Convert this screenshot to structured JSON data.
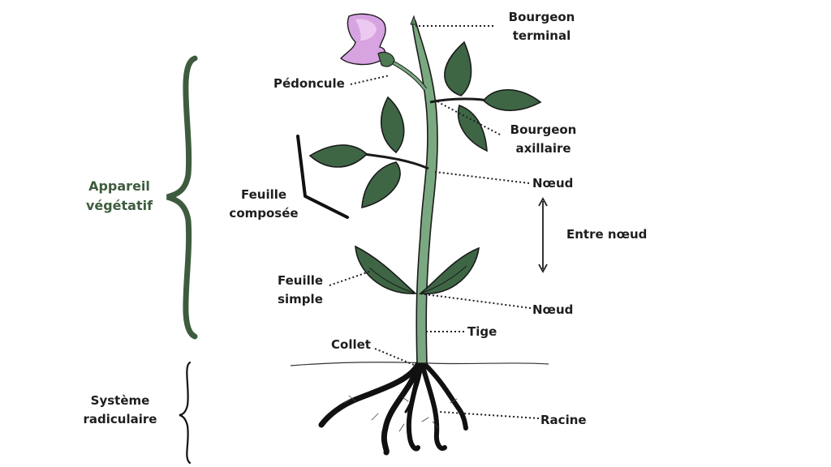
{
  "colors": {
    "stem": "#7aa981",
    "stem_outline": "#1b1b1b",
    "leaf": "#3e6645",
    "leaf_highlight": "#5e8a63",
    "flower": "#d7a3e0",
    "flower_light": "#ecc9f0",
    "sepal": "#4d7a52",
    "bracket_green": "#3d5c3e",
    "root": "#111111",
    "label": "#1e1e1e",
    "ground": "#333333"
  },
  "icons": {
    "double_arrow": "vertical-double-arrow-icon",
    "bracket": "curly-brace-icon"
  },
  "labels": {
    "bourgeon_terminal": [
      "Bourgeon",
      "terminal"
    ],
    "pedoncule": "Pédoncule",
    "bourgeon_axillaire": [
      "Bourgeon",
      "axillaire"
    ],
    "noeud_top": "Nœud",
    "entre_noeud": "Entre nœud",
    "feuille_composee": [
      "Feuille",
      "composée"
    ],
    "feuille_simple": [
      "Feuille",
      "simple"
    ],
    "noeud_bottom": "Nœud",
    "tige": "Tige",
    "collet": "Collet",
    "racine": "Racine",
    "appareil_vegetatif": [
      "Appareil",
      "végétatif"
    ],
    "systeme_radiculaire": [
      "Système",
      "radiculaire"
    ]
  }
}
